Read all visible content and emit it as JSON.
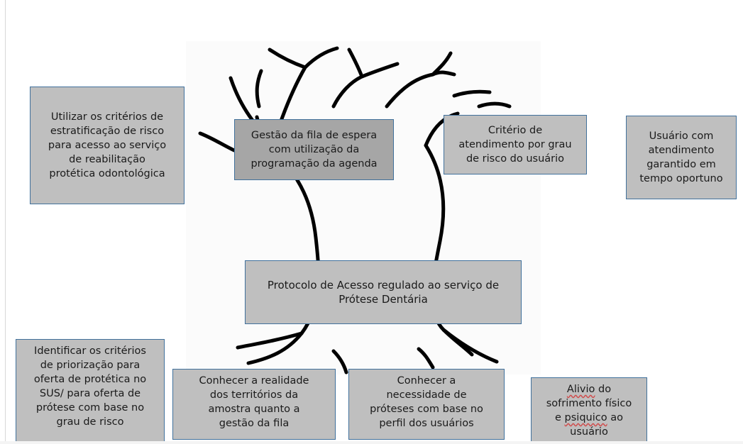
{
  "diagram": {
    "boxes": {
      "risk_criteria": [
        "Utilizar os critérios de",
        "estratificação de risco",
        "para acesso ao serviço",
        "de reabilitação",
        "protética odontológica"
      ],
      "queue_management": [
        "Gestão da fila de espera",
        "com utilização da",
        "programação da agenda"
      ],
      "risk_grade": [
        "Critério de",
        "atendimento por grau",
        "de risco do usuário"
      ],
      "timely_care": [
        "Usuário com",
        "atendimento",
        "garantido em",
        "tempo oportuno"
      ],
      "protocol": [
        "Protocolo de Acesso regulado ao serviço de",
        "Prótese Dentária"
      ],
      "prioritization": [
        "Identificar os critérios",
        "de priorização para",
        "oferta de protética no",
        "SUS/ para oferta de",
        "prótese com base no",
        "grau de risco"
      ],
      "territories": [
        "Conhecer a realidade",
        "dos territórios da",
        "amostra quanto a",
        "gestão da fila"
      ],
      "needs": [
        "Conhecer a",
        "necessidade de",
        "próteses com base no",
        "perfil dos usuários"
      ],
      "relief": {
        "line1_word": "Alivio",
        "line1_rest": " do",
        "line2": "sofrimento físico",
        "line3_pre": "e ",
        "line3_word": "psiquico",
        "line3_post": " ao",
        "line4": "usuário"
      }
    },
    "colors": {
      "box_fill": "#bfbfbf",
      "box_fill_dark": "#a6a6a6",
      "box_border": "#41719c",
      "tree_stroke": "#000000"
    }
  }
}
